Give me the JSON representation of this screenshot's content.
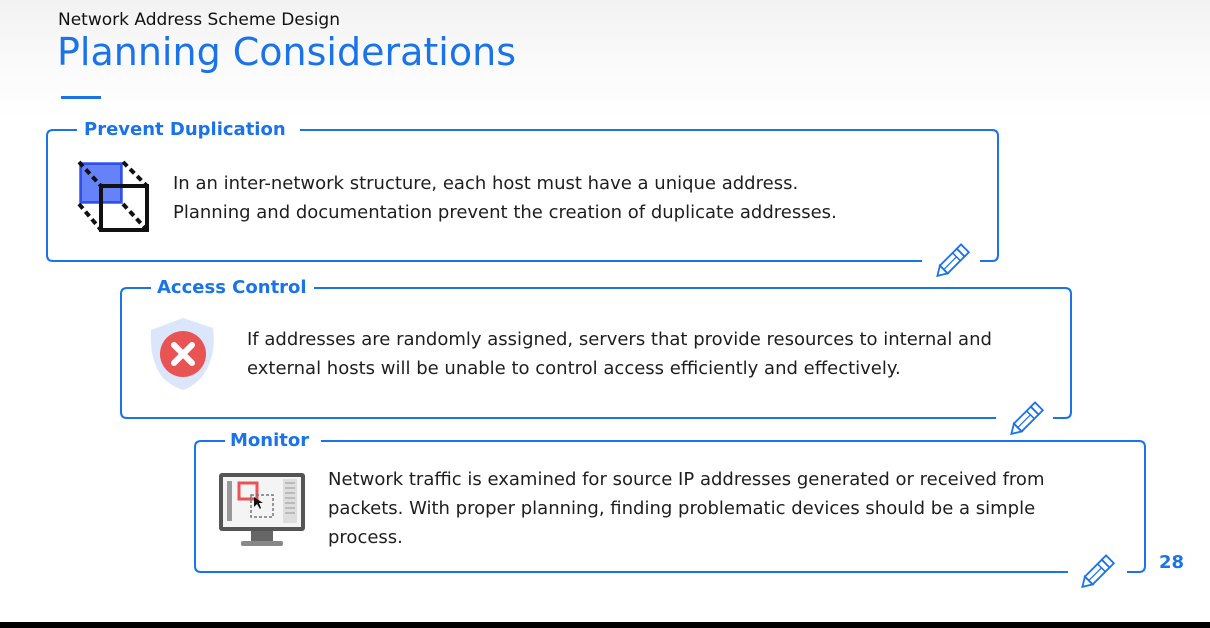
{
  "header": {
    "supertitle": "Network Address Scheme Design",
    "title": "Planning Considerations"
  },
  "panels": [
    {
      "title": "Prevent Duplication",
      "icon": "duplicate-squares-icon",
      "lines": [
        "In an inter-network structure, each host must have a unique address.",
        "Planning and documentation prevent the creation of duplicate addresses."
      ]
    },
    {
      "title": "Access Control",
      "icon": "deny-x-icon",
      "lines": [
        "If addresses are randomly assigned, servers that provide resources to internal and",
        "external hosts will be unable to control access efficiently and effectively."
      ]
    },
    {
      "title": "Monitor",
      "icon": "monitor-screen-icon",
      "lines": [
        "Network traffic is examined for source IP addresses generated or received from",
        "packets. With proper planning, finding problematic devices should be a simple",
        "process."
      ]
    }
  ],
  "footer": {
    "page_number": "28"
  },
  "colors": {
    "accent": "#1a73e8",
    "text": "#1e1e1e",
    "deny_red": "#e85454"
  }
}
